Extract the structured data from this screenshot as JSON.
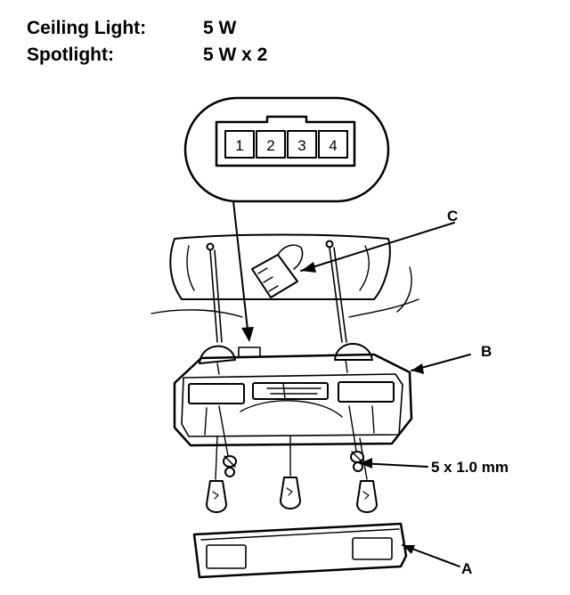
{
  "specs": [
    {
      "label": "Ceiling Light:",
      "value": "5 W"
    },
    {
      "label": "Spotlight:",
      "value": "5 W x 2"
    }
  ],
  "connector_pins": [
    "1",
    "2",
    "3",
    "4"
  ],
  "callouts": {
    "a": "A",
    "b": "B",
    "c": "C",
    "screw": "5 x 1.0 mm"
  }
}
